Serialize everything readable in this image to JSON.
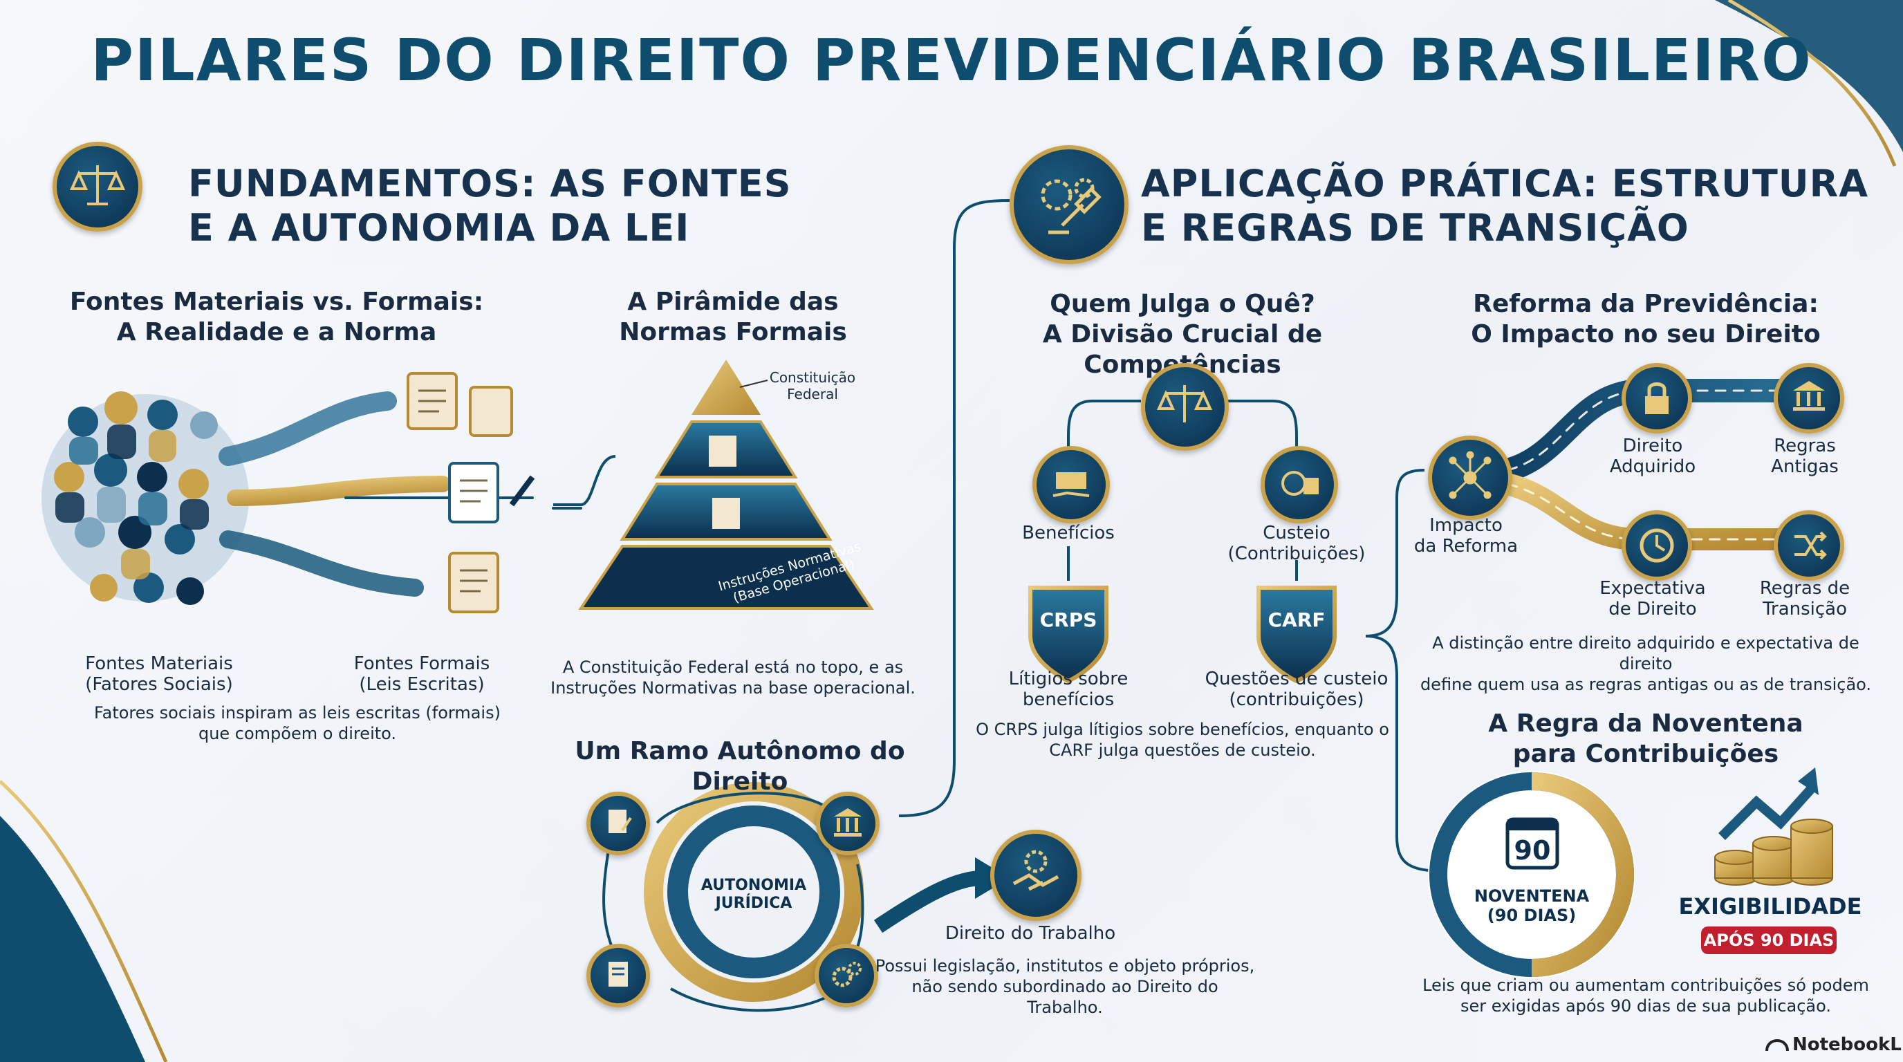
{
  "title": "PILARES DO DIREITO PREVIDENCIÁRIO BRASILEIRO",
  "left_section": {
    "heading_line1": "FUNDAMENTOS: AS FONTES",
    "heading_line2": "E A AUTONOMIA DA LEI",
    "sources": {
      "title_line1": "Fontes Materiais vs. Formais:",
      "title_line2": "A Realidade e a Norma",
      "material_line1": "Fontes Materiais",
      "material_line2": "(Fatores Sociais)",
      "formal_line1": "Fontes Formais",
      "formal_line2": "(Leis Escritas)",
      "caption_line1": "Fatores sociais inspiram as leis escritas (formais)",
      "caption_line2": "que compõem o direito."
    },
    "pyramid": {
      "title_line1": "A Pirâmide das",
      "title_line2": "Normas Formais",
      "top_label_line1": "Constituição",
      "top_label_line2": "Federal",
      "base_label_line1": "Instruções Normativas",
      "base_label_line2": "(Base Operacional)",
      "caption_line1": "A Constituição Federal está no topo, e as",
      "caption_line2": "Instruções Normativas na base operacional."
    },
    "autonomy": {
      "title": "Um Ramo Autônomo do Direito",
      "center_line1": "AUTONOMIA",
      "center_line2": "JURÍDICA",
      "labor_label": "Direito do Trabalho",
      "caption_line1": "Possui legislação, institutos e objeto próprios,",
      "caption_line2": "não sendo subordinado ao Direito do Trabalho."
    }
  },
  "right_section": {
    "heading_line1": "APLICAÇÃO PRÁTICA: ESTRUTURA",
    "heading_line2": "E REGRAS DE TRANSIÇÃO",
    "competence": {
      "title_line1": "Quem Julga o Quê?",
      "title_line2": "A Divisão Crucial de Competências",
      "benefits": "Benefícios",
      "funding_line1": "Custeio",
      "funding_line2": "(Contribuições)",
      "crps": "CRPS",
      "carf": "CARF",
      "crps_label_line1": "Lítigios sobre",
      "crps_label_line2": "benefícios",
      "carf_label_line1": "Questões de custeio",
      "carf_label_line2": "(contribuições)",
      "caption_line1": "O CRPS julga lítigios sobre benefícios, enquanto o",
      "caption_line2": "CARF julga questões de custeio."
    },
    "reform": {
      "title_line1": "Reforma da Previdência:",
      "title_line2": "O Impacto no seu Direito",
      "impact_line1": "Impacto",
      "impact_line2": "da Reforma",
      "acquired_line1": "Direito",
      "acquired_line2": "Adquirido",
      "old_rules_line1": "Regras",
      "old_rules_line2": "Antigas",
      "expectation_line1": "Expectativa",
      "expectation_line2": "de Direito",
      "transition_line1": "Regras de",
      "transition_line2": "Transição",
      "caption_line1": "A distinção entre direito adquirido e expectativa de direito",
      "caption_line2": "define quem usa as regras antigas ou as de transição."
    },
    "noventena": {
      "title_line1": "A Regra da Noventena",
      "title_line2": "para Contribuições",
      "days_number": "90",
      "ring_line1": "NOVENTENA",
      "ring_line2": "(90 DIAS)",
      "exigibility": "EXIGIBILIDADE",
      "badge": "APÓS 90 DIAS",
      "caption_line1": "Leis que criam ou aumentam contribuições só podem",
      "caption_line2": "ser exigidas após 90 dias de sua publicação."
    }
  },
  "watermark": "NotebookLM",
  "colors": {
    "navy": "#0b2f4d",
    "teal": "#1b5a7e",
    "gold": "#c9a24a",
    "red": "#c0202e"
  }
}
